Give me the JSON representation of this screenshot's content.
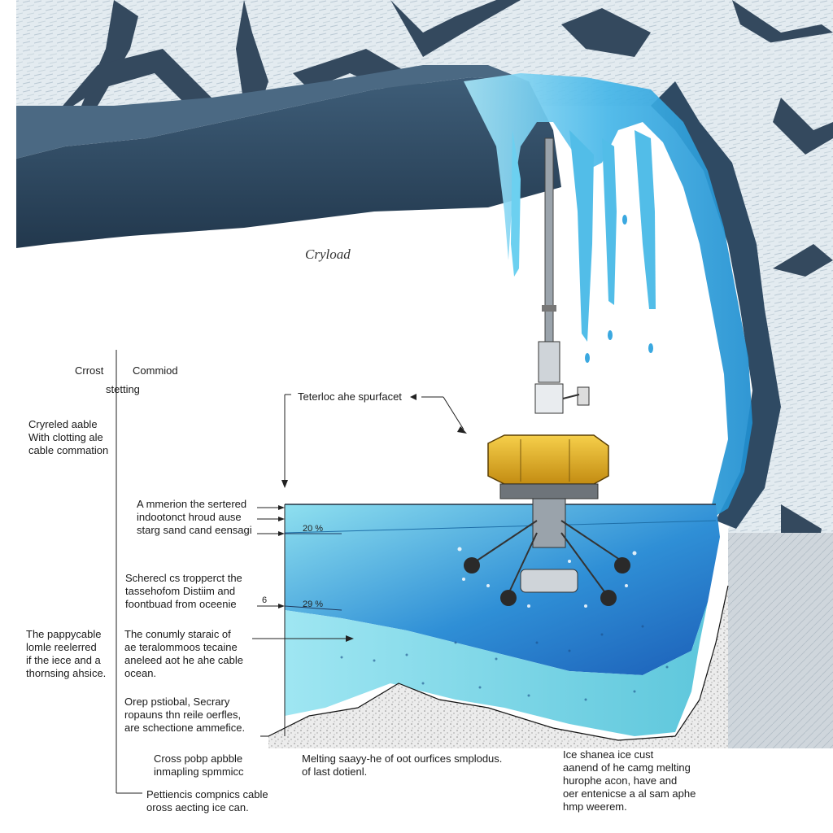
{
  "title": "Cryload",
  "left_top": {
    "col_a": "Crrost",
    "col_b": "Commiod",
    "sub": "stetting"
  },
  "labels": {
    "cable": "Cryreled aable\nWith clotting ale\ncable commation",
    "surface": "Teterloc ahe spurfacet",
    "water_top": "A mmerion the sertered\nindootonct hroud ause\nstarg sand cand eensagi",
    "pct_top": "20 %",
    "mid_left": "Scherecl cs tropperct the\ntassehofom Distiim and\nfoontbuad from oceenie",
    "mid_left_tag": "6 ",
    "pct_mid": "29 %",
    "lower_far": "The pappycable\nlomle reelerred\nif the iece and a\nthornsing ahsice.",
    "lower_mid": "The conumly staraic of\nae teralommoos tecaine\naneleed aot he ahe cable\nocean.",
    "bottom_left": "Orep pstiobal, Secrary\nropauns thn reile oerfles,\nare schectione ammefice.",
    "cross": "Cross pobp apbble\ninmapling spmmicc",
    "melting": "Melting saayy-he of oot ourfices smplodus.\nof last dotienl.",
    "ice_shelf": "Ice shanea ice cust\naanend of he camg melting\nhurophe acon, have and\noer entenicse a al sam aphe\nhmp weerem.",
    "bottom": "Pettiencis compnics cable\noross aecting ice can."
  },
  "colors": {
    "ice_light": "#dfe8ee",
    "ice_dark": "#2f4a63",
    "water_light": "#8fe0ef",
    "water_deep": "#1c5fb8",
    "meltwater": "#5cc4ec",
    "sediment": "#e4e4e4",
    "probe_body": "#e8b52a",
    "rock_grey": "#c8d0d6"
  },
  "icons": [
    "probe-icon",
    "arrow-icon"
  ]
}
